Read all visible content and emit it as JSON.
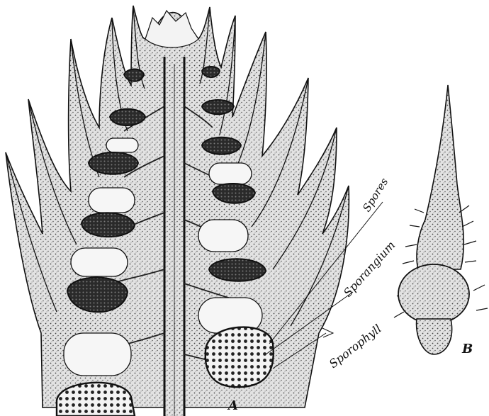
{
  "figure": {
    "panel_labels": {
      "a": "A",
      "b": "B"
    },
    "annotations": {
      "spores": "Spores",
      "sporangium": "Sporangium",
      "sporophyll": "Sporophyll"
    },
    "colors": {
      "ink": "#111111",
      "tissue": "#b9b9b9",
      "paper": "#ffffff"
    }
  }
}
